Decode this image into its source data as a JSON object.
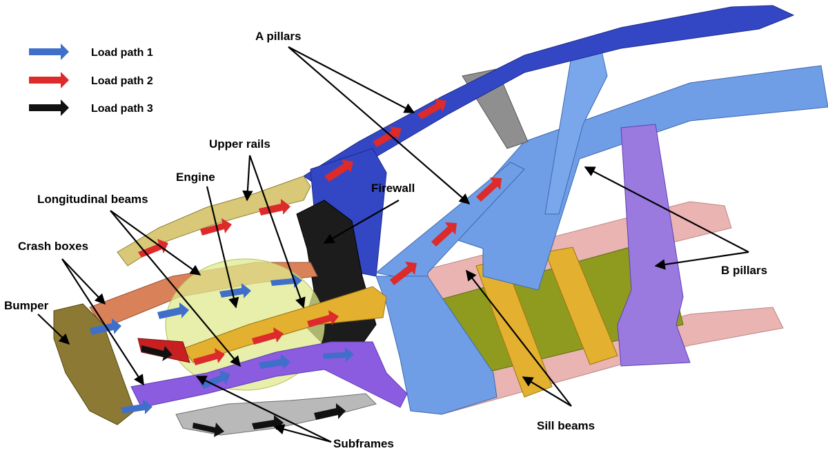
{
  "legend": {
    "items": [
      {
        "label": "Load path 1",
        "color": "#3f6fc9"
      },
      {
        "label": "Load path 2",
        "color": "#dd2a2a"
      },
      {
        "label": "Load path 3",
        "color": "#111111"
      }
    ]
  },
  "labels": {
    "a_pillars": "A pillars",
    "upper_rails": "Upper rails",
    "engine": "Engine",
    "firewall": "Firewall",
    "longitudinal_beams": "Longitudinal beams",
    "crash_boxes": "Crash boxes",
    "bumper": "Bumper",
    "b_pillars": "B pillars",
    "sill_beams": "Sill beams",
    "subframes": "Subframes"
  },
  "colors": {
    "roof_rail": "#3347c4",
    "body_light_blue": "#6f9ee6",
    "upper_rail": "#d8c878",
    "longitudinal": "#d9825a",
    "firewall": "#1c1c1c",
    "engine": "#dfe98f",
    "sill_pink": "#e9b4b1",
    "floor_olive": "#8f9b1e",
    "cross_member_gold": "#e3b02f",
    "b_pillar_purple": "#9b7ae0",
    "subframe_purple": "#8b5be0",
    "bumper": "#8c7a34",
    "subframe_grey": "#b9b9b9"
  }
}
